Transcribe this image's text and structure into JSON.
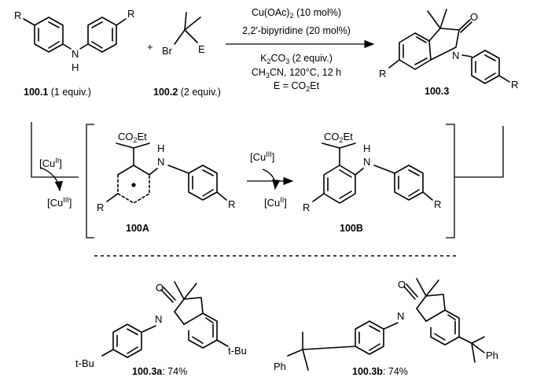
{
  "reaction": {
    "reactant1": {
      "id": "100.1",
      "equiv": " (1 equiv.)"
    },
    "reactant2": {
      "id": "100.2",
      "equiv": " (2 equiv.)"
    },
    "plus": "+",
    "product": {
      "id": "100.3"
    },
    "conditions": {
      "catalyst_pre": "Cu(OAc)",
      "catalyst_sub": "2",
      "catalyst_post": " (10 mol%)",
      "ligand": "2,2′-bipyridine (20 mol%)",
      "base_pre": "K",
      "base_sub": "2",
      "base_mid": "CO",
      "base_sub2": "3",
      "base_post": " (2 equiv.)",
      "solvent_pre": "CH",
      "solvent_sub": "3",
      "solvent_post": "CN, 120°C, 12 h",
      "e_def_pre": "E = CO",
      "e_def_sub": "2",
      "e_def_post": "Et"
    }
  },
  "mechanism": {
    "intermediate_a": {
      "id": "100A"
    },
    "intermediate_b": {
      "id": "100B"
    },
    "step1_top": {
      "base": "[Cu",
      "sup": "II",
      "end": "]"
    },
    "step1_bottom": {
      "base": "[Cu",
      "sup": "III",
      "end": "]"
    },
    "step2_top": {
      "base": "[Cu",
      "sup": "III",
      "end": "]"
    },
    "step2_bottom": {
      "base": "[Cu",
      "sup": "II",
      "end": "]"
    }
  },
  "examples": [
    {
      "id": "100.3a",
      "yield": ": 74%"
    },
    {
      "id": "100.3b",
      "yield": ": 74%"
    }
  ],
  "labels": {
    "R": "R",
    "N": "N",
    "H": "H",
    "O": "O",
    "E": "E",
    "Br": "Br",
    "co2et_pre": "CO",
    "co2et_sub": "2",
    "co2et_post": "Et",
    "tbu": "t-Bu",
    "ph": "Ph"
  }
}
